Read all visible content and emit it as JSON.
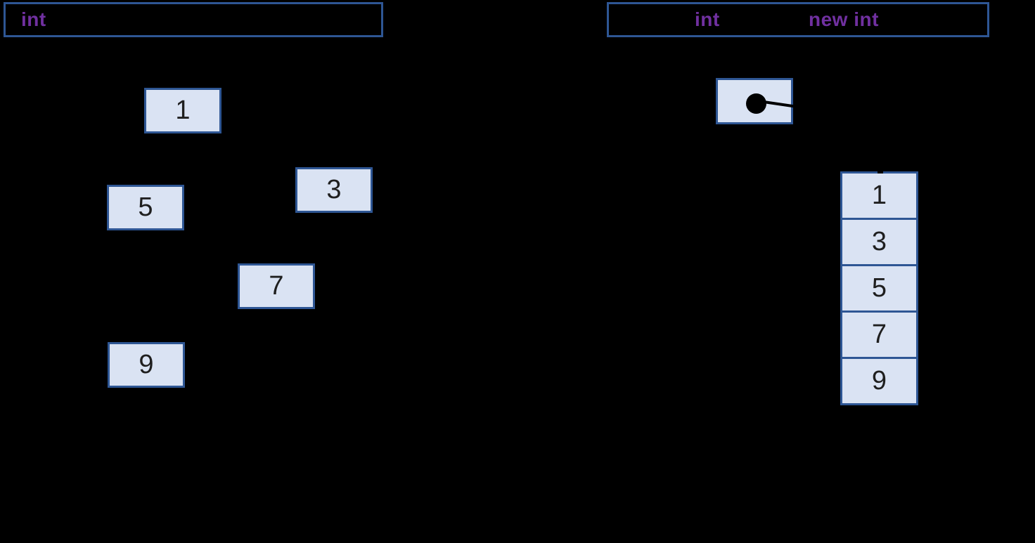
{
  "left_panel": {
    "code_box": {
      "keyword": "int"
    },
    "boxes": {
      "values": [
        "1",
        "3",
        "5",
        "7",
        "9"
      ]
    }
  },
  "right_panel": {
    "code_box": {
      "keyword_int": "int",
      "keyword_new_int": "new int"
    },
    "array": {
      "values": [
        "1",
        "3",
        "5",
        "7",
        "9"
      ]
    }
  },
  "icons": {
    "pointer_dot": "filled-circle"
  },
  "colors": {
    "background": "#000000",
    "box_fill": "#dae3f3",
    "box_border": "#2e5694",
    "keyword_text": "#7030a0",
    "number_text": "#1f1f1f",
    "pointer": "#000000"
  }
}
